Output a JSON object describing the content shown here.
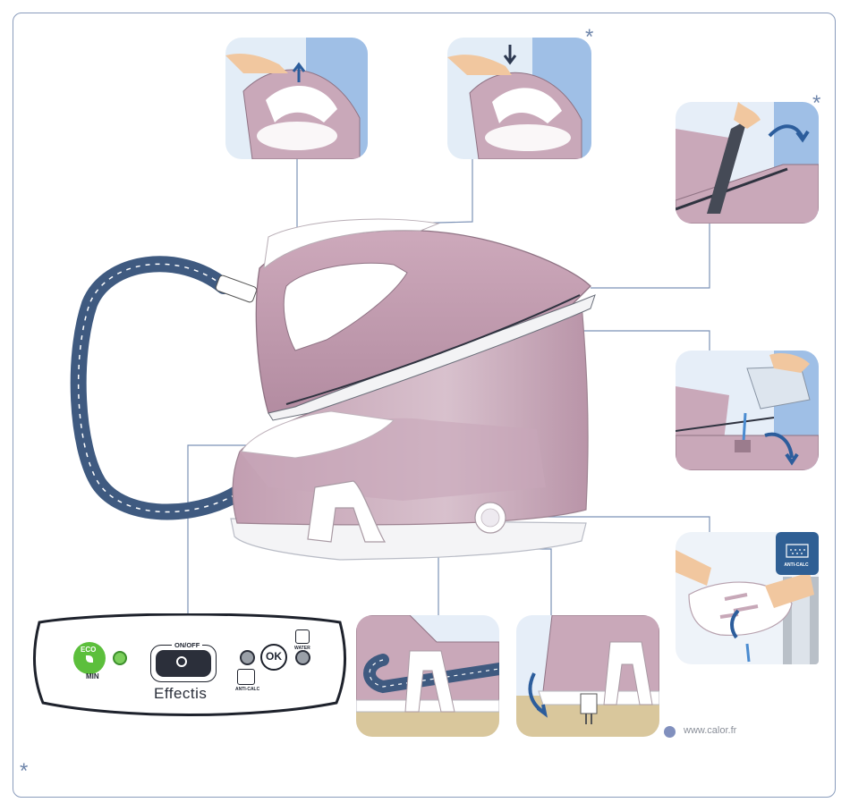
{
  "control_panel": {
    "eco_label": "ECO",
    "min_label": "MIN",
    "onoff_label": "ON/OFF",
    "brand": "Effectis",
    "ok_label": "OK",
    "water_label": "WATER",
    "anticalc_label": "ANTI-CALC"
  },
  "anticalc_badge": {
    "label": "ANTI-CALC"
  },
  "footer": {
    "website": "www.calor.fr"
  },
  "asterisks": {
    "top_middle": "*",
    "top_right": "*",
    "bottom_left": "*"
  },
  "colors": {
    "frame": "#8a9cbc",
    "mauve": "#c7a9b8",
    "hose": "#3f5a80",
    "eco_green": "#5cbf3c",
    "badge_blue": "#2f5f94"
  }
}
